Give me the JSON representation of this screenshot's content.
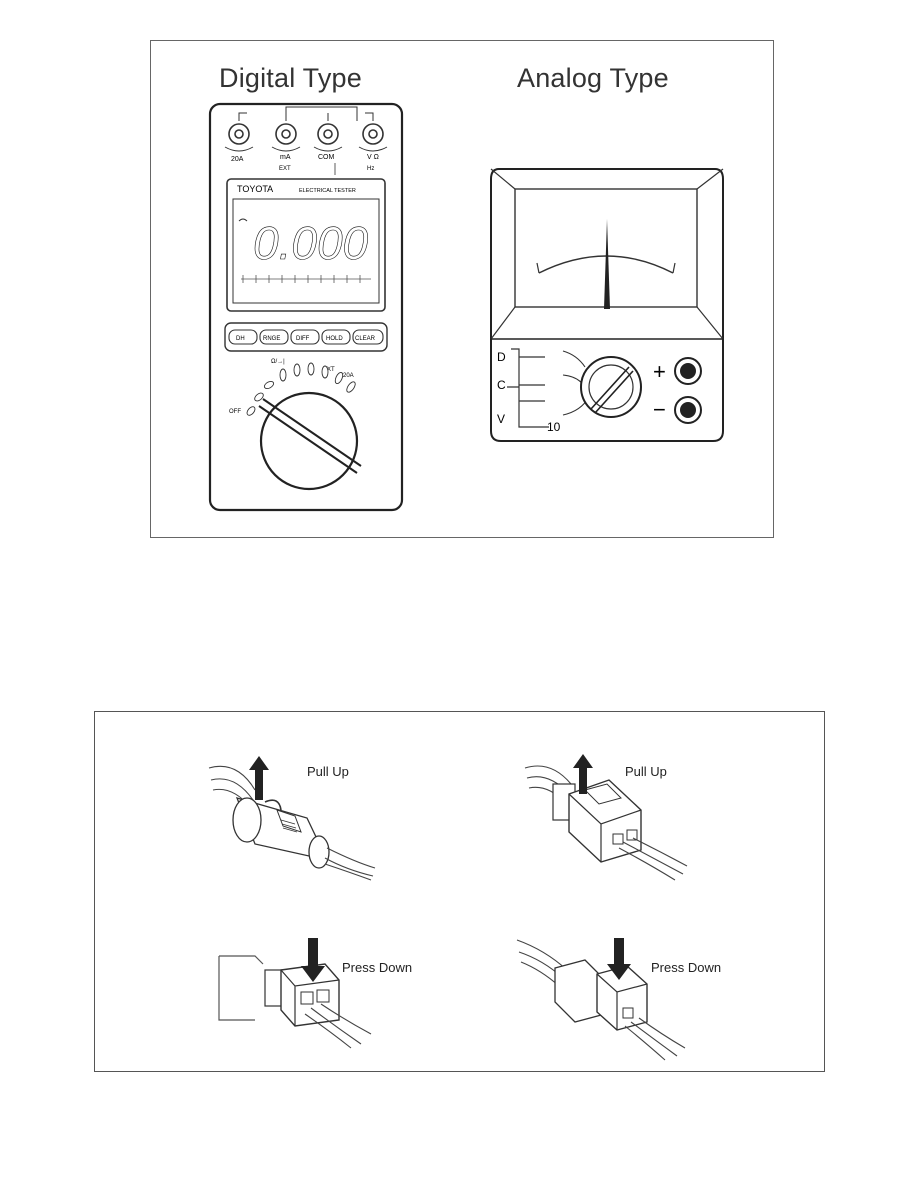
{
  "meters": {
    "digital_title": "Digital Type",
    "analog_title": "Analog Type",
    "digital": {
      "brand": "TOYOTA",
      "subtitle": "ELECTRICAL TESTER",
      "display_value": "0.000",
      "jack_labels": [
        "20A",
        "mA",
        "COM",
        "V Ω",
        "EXT",
        "Hz"
      ],
      "buttons": [
        "DH",
        "RNGE",
        "DIFF",
        "HOLD",
        "CLEAR"
      ],
      "dial_labels": [
        "Ω/→|",
        "EXT",
        "20A",
        "OFF"
      ]
    },
    "analog": {
      "range_labels": [
        "D",
        "C",
        "V"
      ],
      "dial_value": "10",
      "plus_symbol": "+",
      "minus_symbol": "−"
    }
  },
  "connectors": {
    "top_left_label": "Pull Up",
    "top_right_label": "Pull Up",
    "bottom_left_label": "Press Down",
    "bottom_right_label": "Press Down"
  }
}
